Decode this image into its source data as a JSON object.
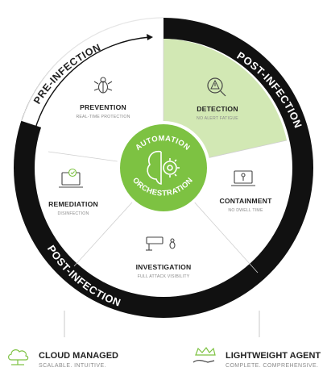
{
  "colors": {
    "ring_dark": "#111111",
    "ring_light": "#ffffff",
    "accent_green": "#7dc242",
    "detection_fill": "#d2e8b4",
    "divider": "#cfcfcf"
  },
  "ring": {
    "pre_infection": "PRE-INFECTION",
    "post_infection_right": "POST-INFECTION",
    "post_infection_left": "POST-INFECTION"
  },
  "hub": {
    "top_text": "AUTOMATION",
    "bottom_text": "ORCHESTRATION",
    "icon": "gear-brain-icon"
  },
  "segments": {
    "prevention": {
      "title": "PREVENTION",
      "subtitle": "REAL-TIME PROTECTION",
      "icon": "bug-icon"
    },
    "detection": {
      "title": "DETECTION",
      "subtitle": "NO ALERT FATIGUE",
      "icon": "alert-magnifier-icon"
    },
    "containment": {
      "title": "CONTAINMENT",
      "subtitle": "NO DWELL TIME",
      "icon": "laptop-pin-icon"
    },
    "investigation": {
      "title": "INVESTIGATION",
      "subtitle": "FULL ATTACK VISIBILITY",
      "icon": "camera-bug-icon"
    },
    "remediation": {
      "title": "REMEDIATION",
      "subtitle": "DISINFECTION",
      "icon": "laptop-check-icon"
    }
  },
  "footer": {
    "cloud": {
      "title": "CLOUD MANAGED",
      "subtitle": "SCALABLE. INTUITIVE.",
      "icon": "cloud-network-icon"
    },
    "agent": {
      "title": "LIGHTWEIGHT AGENT",
      "subtitle": "COMPLETE. COMPREHENSIVE.",
      "icon": "crown-hand-icon"
    }
  }
}
